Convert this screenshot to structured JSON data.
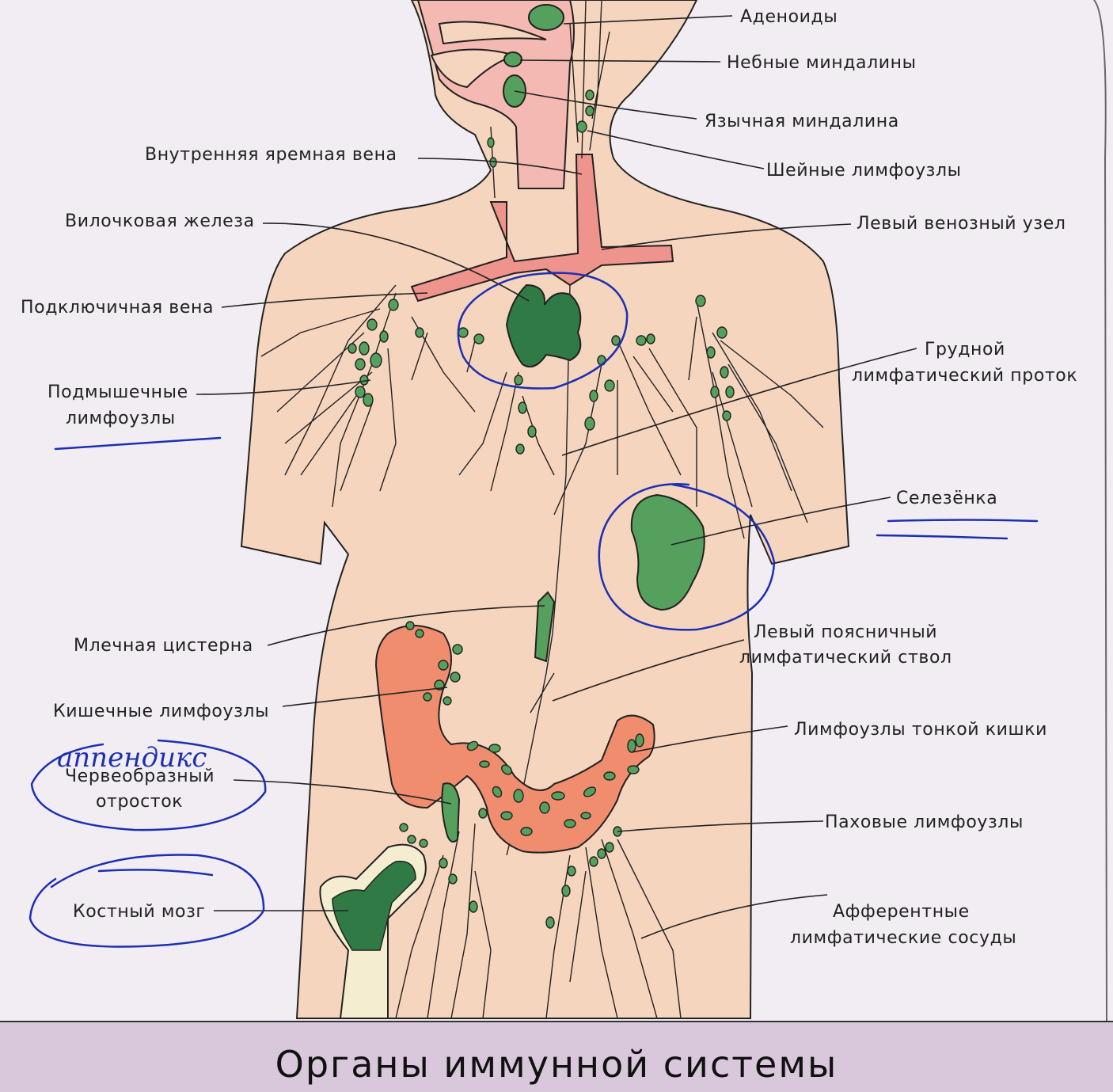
{
  "title": "Органы иммунной системы",
  "handwritten_note": "аппендикс",
  "labels": {
    "adenoids": "Аденоиды",
    "palatine_tonsils": "Небные миндалины",
    "lingual_tonsil": "Язычная миндалина",
    "cervical_nodes": "Шейные лимфоузлы",
    "jugular_vein": "Внутренняя яремная вена",
    "left_venous_angle": "Левый венозный узел",
    "thymus": "Вилочковая железа",
    "subclavian_vein": "Подключичная вена",
    "thoracic_duct_1": "Грудной",
    "thoracic_duct_2": "лимфатический проток",
    "axillary_1": "Подмышечные",
    "axillary_2": "лимфоузлы",
    "spleen": "Селезёнка",
    "cisterna": "Млечная цистерна",
    "lumbar_1": "Левый поясничный",
    "lumbar_2": "лимфатический ствол",
    "intestinal_nodes": "Кишечные лимфоузлы",
    "small_intestine_nodes": "Лимфоузлы тонкой кишки",
    "appendix_1": "Червеобразный",
    "appendix_2": "отросток",
    "inguinal": "Паховые лимфоузлы",
    "bone_marrow": "Костный мозг",
    "afferent_1": "Афферентные",
    "afferent_2": "лимфатические сосуды"
  },
  "colors": {
    "skin": "#f6d5bf",
    "organ_green": "#55a05c",
    "vein": "#ef948c",
    "intestine": "#ef8d6e",
    "throat": "#f4b9b2",
    "bone": "#f4edcf",
    "pen_blue": "#1d2fb3",
    "footer": "#d9c8dc"
  }
}
